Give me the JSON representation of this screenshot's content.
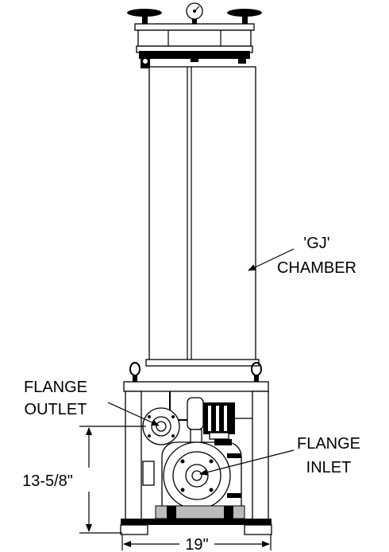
{
  "callouts": {
    "chamber": {
      "line1": "'GJ'",
      "line2": "CHAMBER"
    },
    "outlet": {
      "line1": "FLANGE",
      "line2": "OUTLET"
    },
    "inlet": {
      "line1": "FLANGE",
      "line2": "INLET"
    }
  },
  "dimensions": {
    "height": "13-5/8\"",
    "width": "19\""
  }
}
